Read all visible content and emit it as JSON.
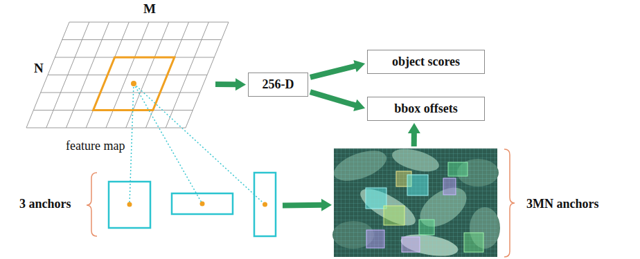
{
  "diagram": {
    "nodes": [
      {
        "text": [
          "feature map"
        ]
      },
      {
        "text": [
          "256-D"
        ]
      },
      {
        "text": [
          "object scores"
        ]
      },
      {
        "text": [
          "bbox offsets"
        ]
      },
      {
        "text": [
          "3 anchors"
        ]
      },
      {
        "text": [
          "3MN anchors"
        ]
      }
    ],
    "edges": [
      {
        "from": 0,
        "to": 1,
        "arrow": "to"
      },
      {
        "from": 1,
        "to": 2,
        "arrow": "to"
      },
      {
        "from": 1,
        "to": 3,
        "arrow": "to"
      },
      {
        "from": 4,
        "to": 5,
        "arrow": "to"
      },
      {
        "from": 5,
        "to": 3,
        "arrow": "to"
      }
    ],
    "labels": [
      "M",
      "N"
    ]
  }
}
